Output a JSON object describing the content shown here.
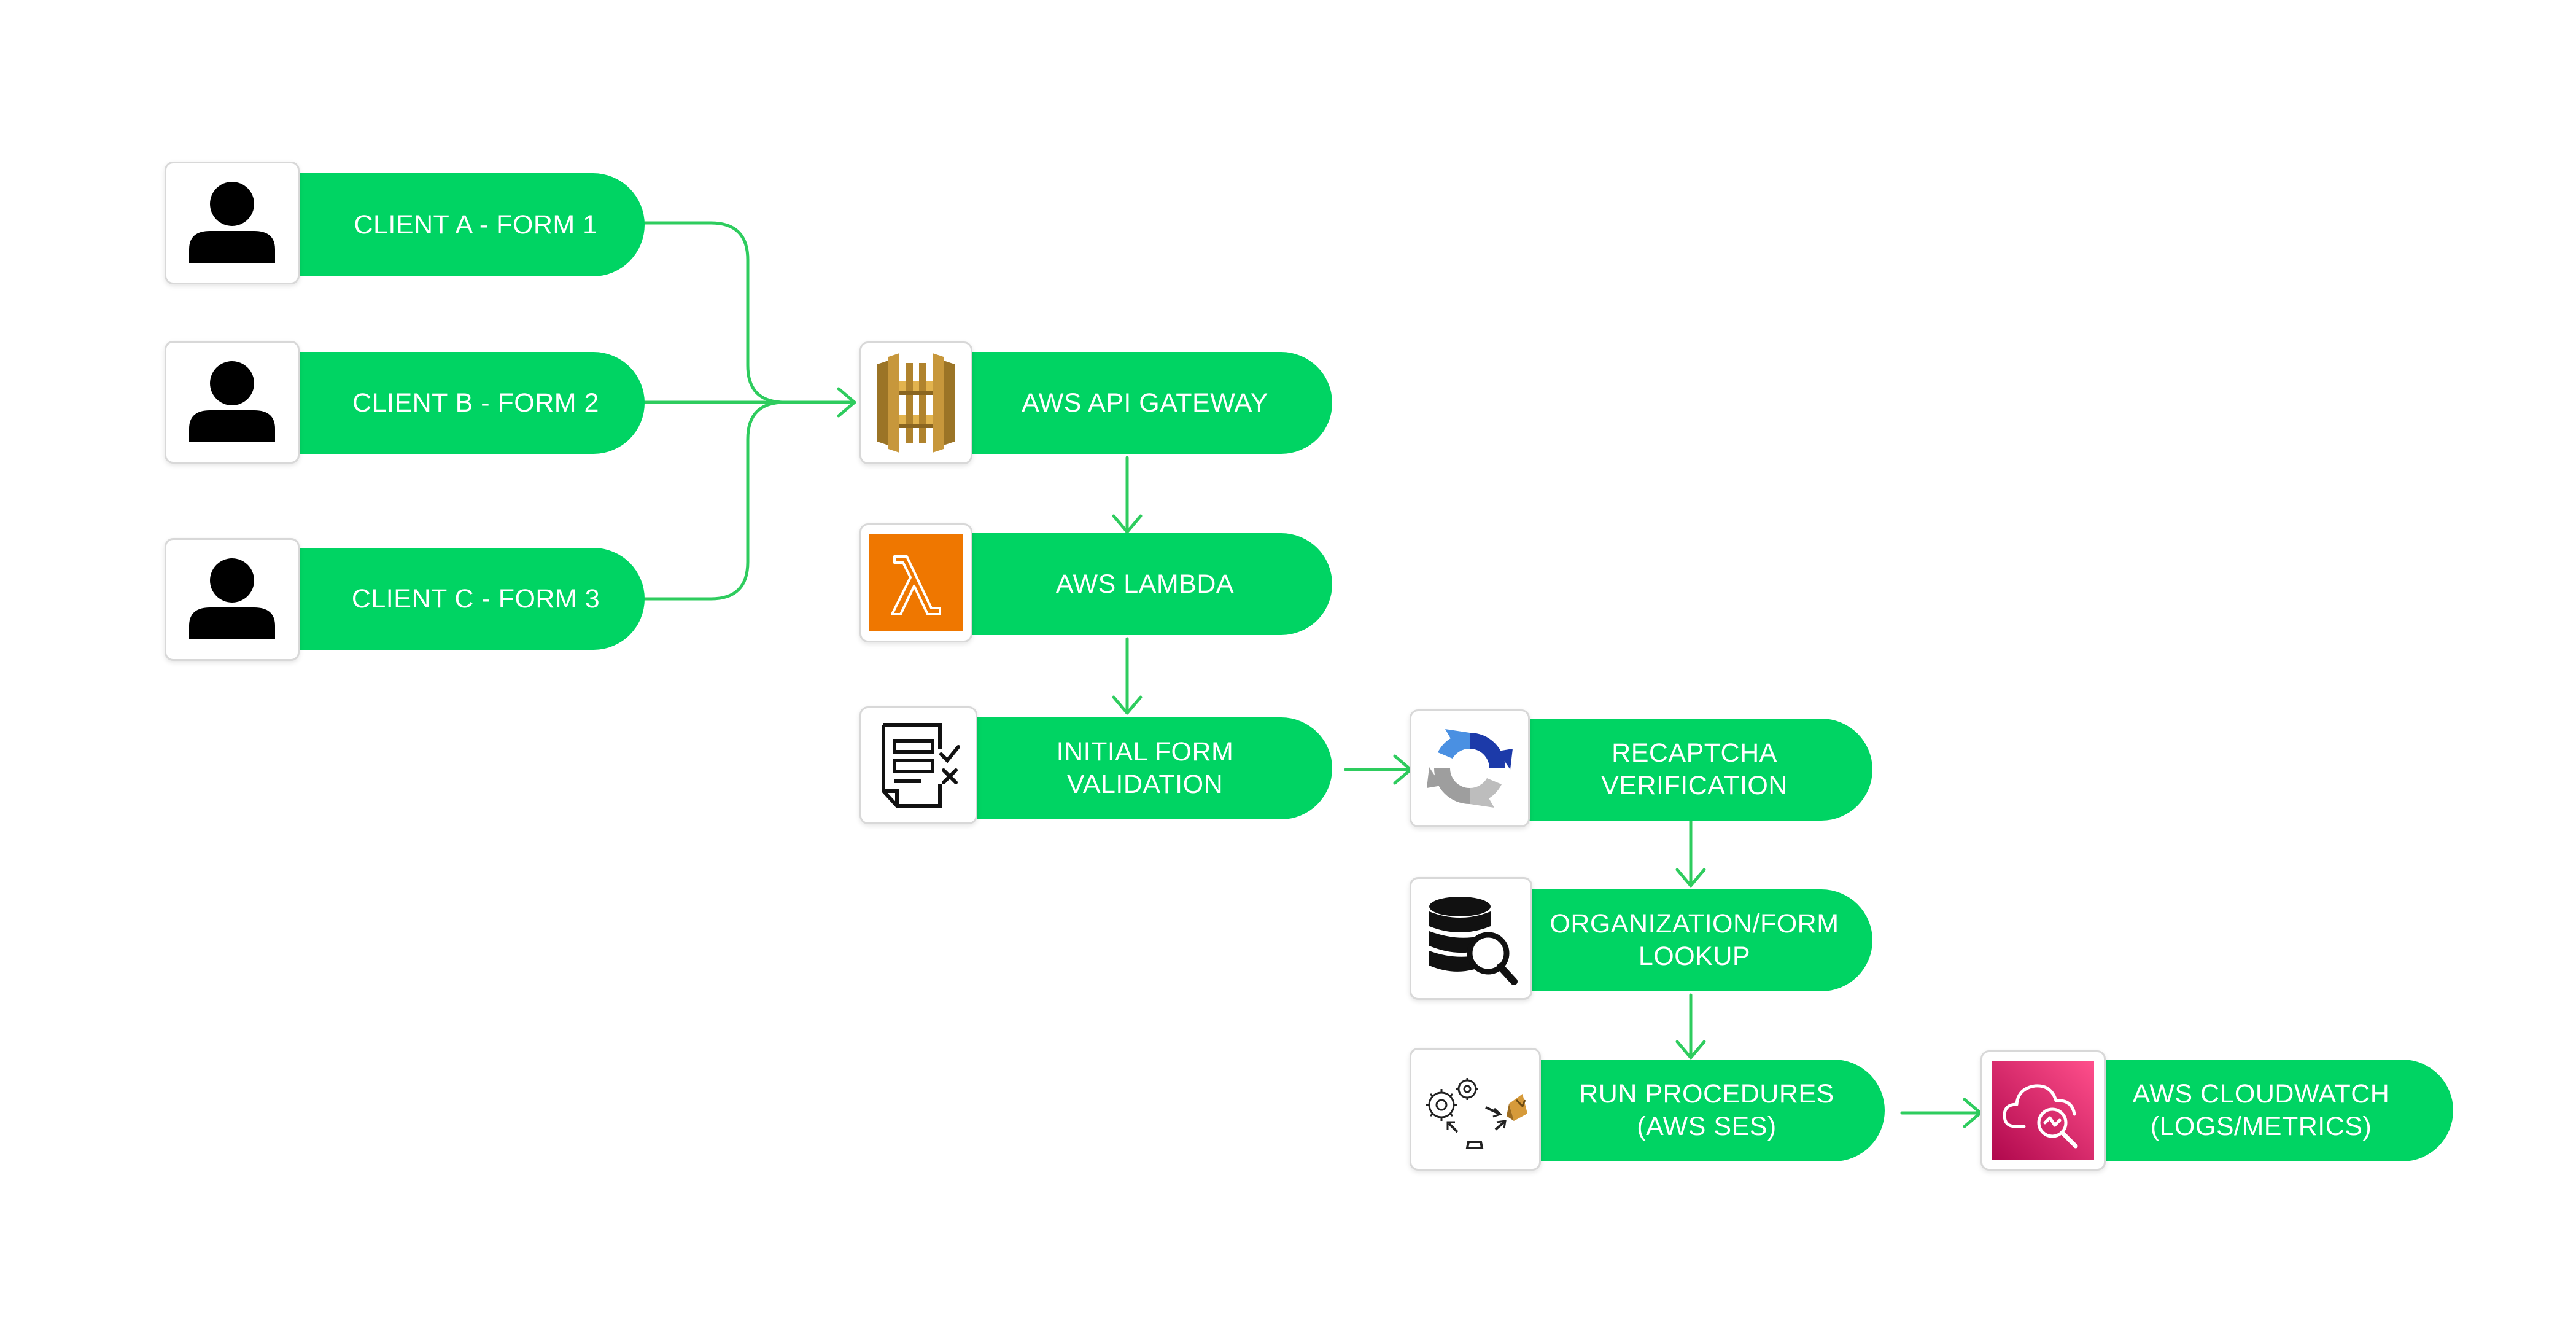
{
  "colors": {
    "node_fill": "#00d463",
    "node_text": "#ffffff",
    "connector": "#2ecc5e",
    "icon_border": "#d8d8d8"
  },
  "nodes": {
    "client_a": {
      "label": "CLIENT A - FORM 1",
      "icon": "user-icon"
    },
    "client_b": {
      "label": "CLIENT B - FORM 2",
      "icon": "user-icon"
    },
    "client_c": {
      "label": "CLIENT C - FORM 3",
      "icon": "user-icon"
    },
    "api_gateway": {
      "label": "AWS API GATEWAY",
      "icon": "api-gateway-icon"
    },
    "lambda": {
      "label": "AWS LAMBDA",
      "icon": "lambda-icon"
    },
    "validation": {
      "line1": "INITIAL FORM",
      "line2": "VALIDATION",
      "icon": "form-checklist-icon"
    },
    "recaptcha": {
      "line1": "RECAPTCHA",
      "line2": "VERIFICATION",
      "icon": "recaptcha-icon"
    },
    "lookup": {
      "line1": "ORGANIZATION/FORM",
      "line2": "LOOKUP",
      "icon": "database-search-icon"
    },
    "procedures": {
      "line1": "RUN PROCEDURES",
      "line2": "(AWS SES)",
      "icon": "workflow-gears-icon"
    },
    "cloudwatch": {
      "line1": "AWS CLOUDWATCH",
      "line2": "(LOGS/METRICS)",
      "icon": "cloudwatch-icon"
    }
  },
  "edges": [
    {
      "from": "client_a",
      "to": "api_gateway"
    },
    {
      "from": "client_b",
      "to": "api_gateway"
    },
    {
      "from": "client_c",
      "to": "api_gateway"
    },
    {
      "from": "api_gateway",
      "to": "lambda"
    },
    {
      "from": "lambda",
      "to": "validation"
    },
    {
      "from": "validation",
      "to": "recaptcha"
    },
    {
      "from": "recaptcha",
      "to": "lookup"
    },
    {
      "from": "lookup",
      "to": "procedures"
    },
    {
      "from": "procedures",
      "to": "cloudwatch"
    }
  ]
}
